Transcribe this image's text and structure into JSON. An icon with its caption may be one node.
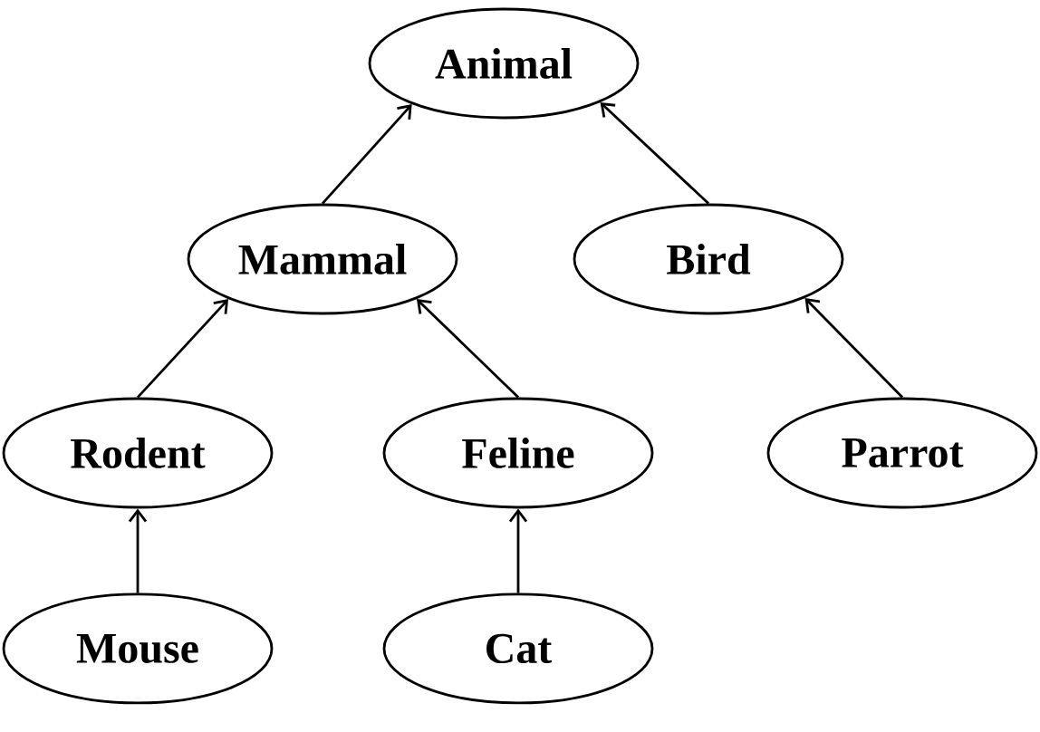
{
  "diagram": {
    "nodes": [
      {
        "text": [
          "Animal"
        ]
      },
      {
        "text": [
          "Mammal"
        ]
      },
      {
        "text": [
          "Bird"
        ]
      },
      {
        "text": [
          "Rodent"
        ]
      },
      {
        "text": [
          "Feline"
        ]
      },
      {
        "text": [
          "Parrot"
        ]
      },
      {
        "text": [
          "Mouse"
        ]
      },
      {
        "text": [
          "Cat"
        ]
      }
    ],
    "edges": [
      {
        "from": 1,
        "to": 0,
        "arrow": "to"
      },
      {
        "from": 2,
        "to": 0,
        "arrow": "to"
      },
      {
        "from": 3,
        "to": 1,
        "arrow": "to"
      },
      {
        "from": 4,
        "to": 1,
        "arrow": "to"
      },
      {
        "from": 5,
        "to": 2,
        "arrow": "to"
      },
      {
        "from": 6,
        "to": 3,
        "arrow": "to"
      },
      {
        "from": 7,
        "to": 4,
        "arrow": "to"
      }
    ]
  }
}
